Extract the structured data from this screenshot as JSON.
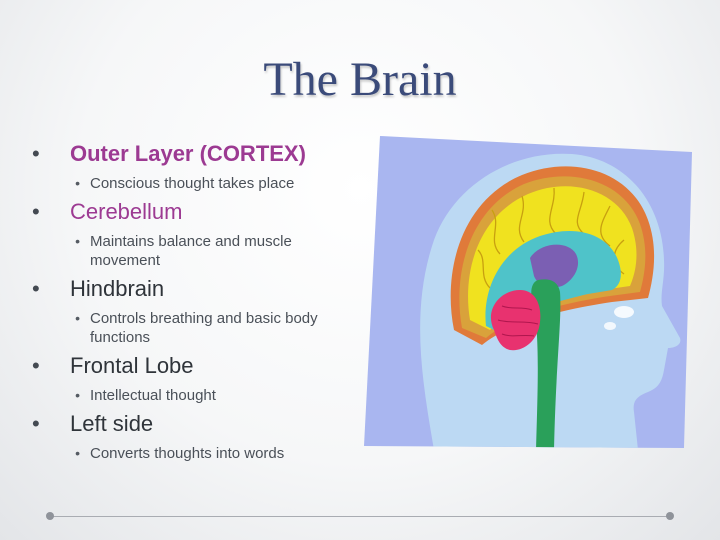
{
  "slide": {
    "title": "The Brain",
    "bullets": [
      {
        "label": "Outer Layer (CORTEX)",
        "detail": "Conscious thought takes place"
      },
      {
        "label": "Cerebellum",
        "detail": "Maintains balance and muscle movement"
      },
      {
        "label": "Hindbrain",
        "detail": "Controls breathing and basic body functions"
      },
      {
        "label": "Frontal Lobe",
        "detail": "Intellectual thought"
      },
      {
        "label": "Left side",
        "detail": "Converts thoughts into words"
      }
    ],
    "bullet_glyph_level1": "•",
    "bullet_glyph_level2": "•"
  },
  "illustration": {
    "icon": "brain-cross-section-icon",
    "colors": {
      "background": "#a9b6f0",
      "head": "#bcd9f3",
      "skull": "#e07a3a",
      "csf": "#d9a23b",
      "cortex": "#f0e21f",
      "inner": "#4fc3c9",
      "brainstem": "#2aa05a",
      "cerebellum": "#e8326f",
      "ventricle": "#7b5fb3"
    }
  },
  "theme": {
    "title_color": "#3b4b7a",
    "accent_color": "#9c3a92"
  }
}
